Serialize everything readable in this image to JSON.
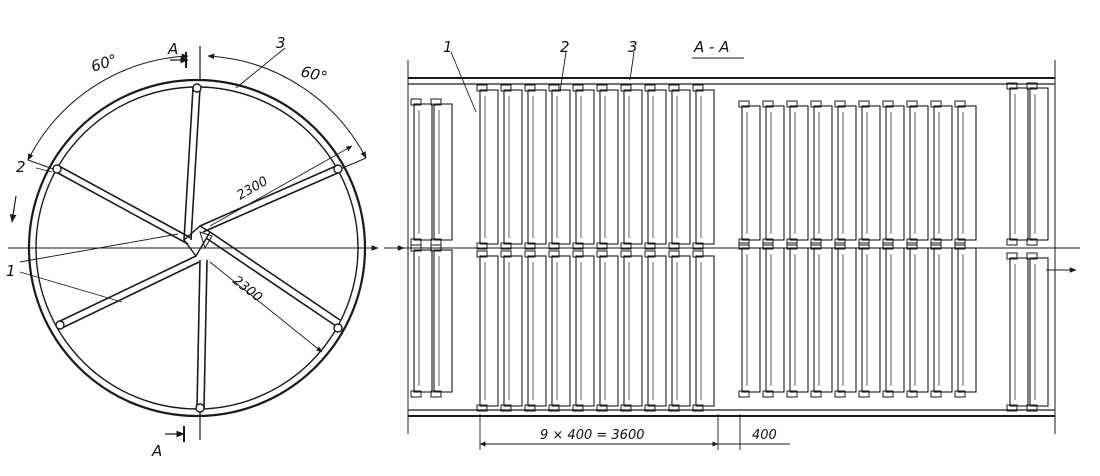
{
  "left_view": {
    "angle_left": "60°",
    "angle_right": "60°",
    "dim_upper": "2300",
    "dim_lower": "2300",
    "callout_1": "1",
    "callout_2": "2",
    "callout_3": "3",
    "section_mark_top": "A",
    "section_mark_bottom": "A"
  },
  "right_view": {
    "section_title": "A - A",
    "callout_1": "1",
    "callout_2": "2",
    "callout_3": "3",
    "dim_main": "9 × 400 = 3600",
    "dim_gap": "400"
  }
}
